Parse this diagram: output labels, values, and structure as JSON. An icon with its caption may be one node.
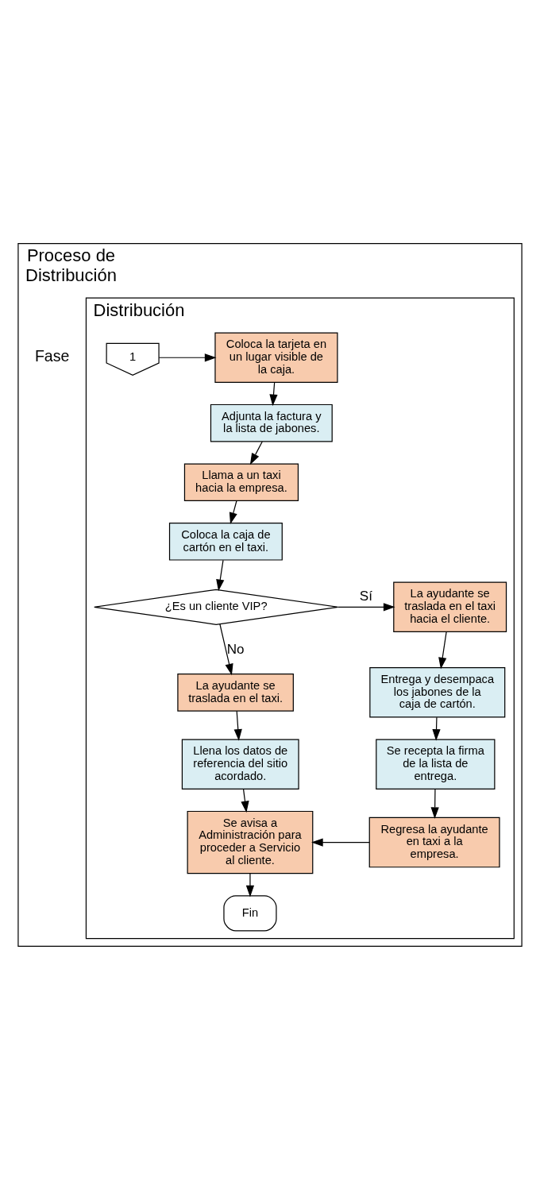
{
  "diagram": {
    "nodes": [
      {
        "text": [
          "Proceso de Distribución"
        ]
      },
      {
        "text": [
          "Distribución"
        ],
        "in": 0
      },
      {
        "text": [
          "1"
        ],
        "in": 1
      },
      {
        "text": [
          "Coloca la tarjeta en un lugar visible de la caja."
        ],
        "in": 1
      },
      {
        "text": [
          "Adjunta la factura y la lista de jabones."
        ],
        "in": 1
      },
      {
        "text": [
          "Llama a un taxi hacia la empresa."
        ],
        "in": 1
      },
      {
        "text": [
          "Coloca la caja de cartón en el taxi."
        ],
        "in": 1
      },
      {
        "text": [
          "¿Es un cliente VIP?"
        ],
        "in": 1
      },
      {
        "text": [
          "La ayudante se traslada en el taxi hacia el cliente."
        ],
        "in": 1
      },
      {
        "text": [
          "Entrega y desempaca los jabones de la caja de cartón."
        ],
        "in": 1
      },
      {
        "text": [
          "Se recepta la firma de la lista de entrega."
        ],
        "in": 1
      },
      {
        "text": [
          "Regresa la ayudante en taxi a la empresa."
        ],
        "in": 1
      },
      {
        "text": [
          "La ayudante se traslada en el taxi."
        ],
        "in": 1
      },
      {
        "text": [
          "Llena los datos de referencia del sitio acordado."
        ],
        "in": 1
      },
      {
        "text": [
          "Se avisa a Administración para proceder a Servicio al cliente."
        ],
        "in": 1
      },
      {
        "text": [
          "Fin"
        ],
        "in": 1
      }
    ],
    "edges": [
      {
        "from": 2,
        "to": 3,
        "arrow": "to"
      },
      {
        "from": 3,
        "to": 4,
        "arrow": "to"
      },
      {
        "from": 4,
        "to": 5,
        "arrow": "to"
      },
      {
        "from": 5,
        "to": 6,
        "arrow": "to"
      },
      {
        "from": 6,
        "to": 7,
        "arrow": "to"
      },
      {
        "from": 7,
        "to": 8,
        "arrow": "to",
        "label": "Sí"
      },
      {
        "from": 8,
        "to": 9,
        "arrow": "to"
      },
      {
        "from": 9,
        "to": 10,
        "arrow": "to"
      },
      {
        "from": 10,
        "to": 11,
        "arrow": "to"
      },
      {
        "from": 11,
        "to": 14,
        "arrow": "to"
      },
      {
        "from": 7,
        "to": 12,
        "arrow": "to",
        "label": "No"
      },
      {
        "from": 12,
        "to": 13,
        "arrow": "to"
      },
      {
        "from": 13,
        "to": 14,
        "arrow": "to"
      },
      {
        "from": 14,
        "to": 15,
        "arrow": "to"
      }
    ],
    "labels": [
      "Fase"
    ]
  }
}
